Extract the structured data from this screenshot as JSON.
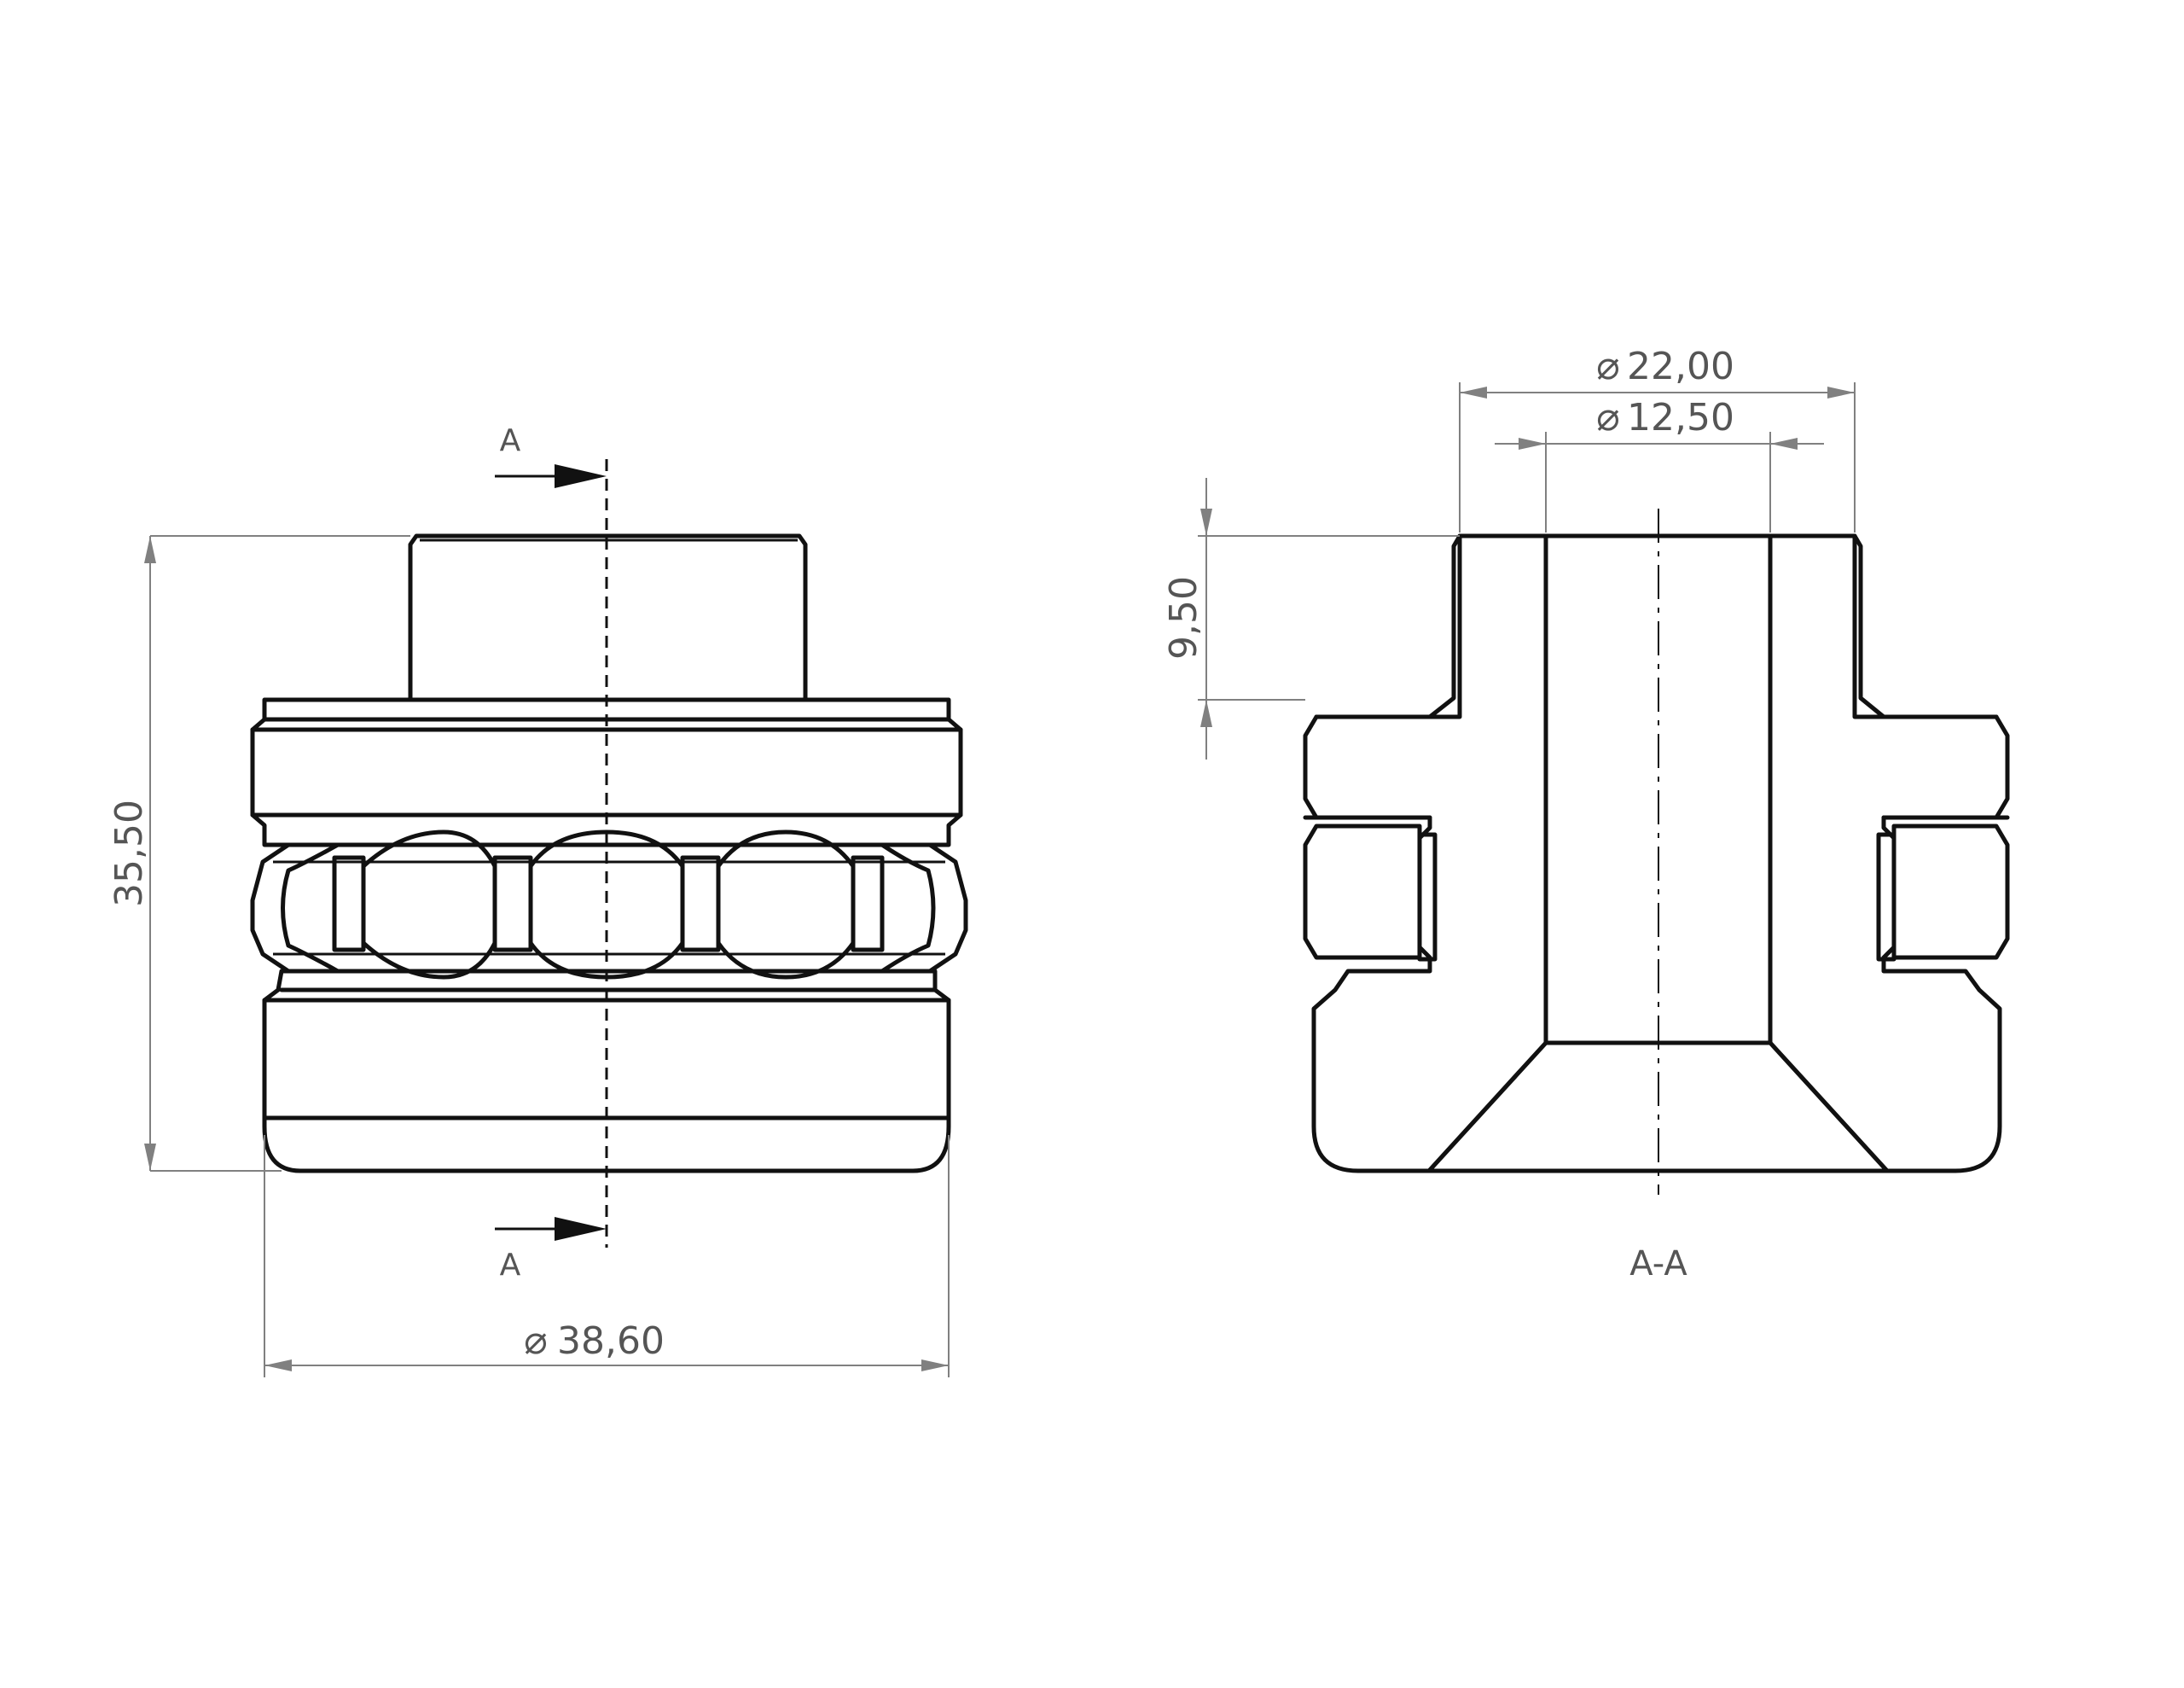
{
  "drawing": {
    "dimensions": {
      "height_label": "35,50",
      "outer_diameter_label": "38,60",
      "flange_diameter_label": "22,00",
      "bore_diameter_label": "12,50",
      "shoulder_height_label": "9,50"
    },
    "section": {
      "marker_top": "A",
      "marker_bottom": "A",
      "view_title": "A-A"
    },
    "diameter_symbol": "⌀"
  }
}
